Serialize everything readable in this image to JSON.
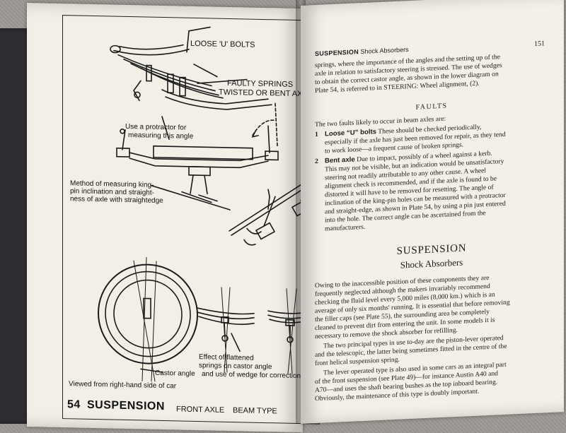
{
  "left_page": {
    "labels": {
      "loose_u_bolts": "LOOSE 'U' BOLTS",
      "faulty_springs_line1": "FAULTY SPRINGS",
      "faulty_springs_line2": "TWISTED OR BENT AXLE",
      "protractor_line1": "Use a protractor for",
      "protractor_line2": "measuring this angle",
      "method_line1": "Method of measuring king-",
      "method_line2": "pin inclination and straight-",
      "method_line3": "ness of axle with straightedge",
      "castor_angle": "Castor angle",
      "viewed_from": "Viewed from right-hand side of car",
      "effect_line1": "Effect of flattened",
      "effect_line2": "springs on castor angle",
      "effect_line3": "and use of wedge for correction"
    },
    "footer": {
      "page_number": "54",
      "section": "SUSPENSION",
      "part": "FRONT AXLE",
      "type": "BEAM TYPE"
    }
  },
  "right_page": {
    "running_head": {
      "section": "SUSPENSION",
      "subsection": "Shock Absorbers",
      "page_number": "151"
    },
    "intro_lines": [
      "springs, where the importance of the angles and the setting up of the",
      "axle in relation to satisfactory steering is stressed. The use of wedges",
      "to obtain the correct castor angle, as shown in the lower diagram on",
      "Plate 54, is referred to in STEERING: Wheel alignment, (2)."
    ],
    "faults": {
      "heading": "FAULTS",
      "intro": "The two faults likely to occur in beam axles are:",
      "items": [
        {
          "num": "1",
          "title": "Loose “U” bolts",
          "lines": [
            "These should be checked periodically,",
            "especially if the axle has just been removed for repair, as they tend",
            "to work loose—a frequent cause of broken springs."
          ]
        },
        {
          "num": "2",
          "title": "Bent axle",
          "lines": [
            "Due to impact, possibly of a wheel against a kerb.",
            "This may not be visible, but an indication would be unsatisfactory",
            "steering not readily attributable to any other cause. A wheel",
            "alignment check is recommended, and if the axle is found to be",
            "distorted it will have to be removed for resetting. The angle of",
            "inclination of the king-pin holes can be measured with a protractor",
            "and straight-edge, as shown in Plate 54, by using a pin just entered",
            "into the hole. The correct angle can be ascertained from the",
            "manufacturers."
          ]
        }
      ]
    },
    "section": {
      "title": "SUSPENSION",
      "subtitle": "Shock Absorbers"
    },
    "paragraphs": [
      [
        "Owing to the inaccessible position of these components they are",
        "frequently neglected although the makers invariably recommend",
        "checking the fluid level every 5,000 miles (8,000 km.) which is an",
        "average of only six months' running. It is essential that before removing",
        "the filler caps (see Plate 55), the surrounding area be completely",
        "cleaned to prevent dirt from entering the unit. In some models it is",
        "necessary to remove the shock absorber for refilling."
      ],
      [
        "The two principal types in use to-day are the piston-lever operated",
        "and the telescopic, the latter being sometimes fitted in the centre of the",
        "front helical suspension spring."
      ],
      [
        "The lever operated type is also used in some cars as an integral part",
        "of the front suspension (see Plate 49)—for instance Austin A40 and",
        "A70—and uses the shaft bearing bushes as the top inboard bearing.",
        "Obviously, the maintenance of this type is doubly important."
      ]
    ]
  }
}
